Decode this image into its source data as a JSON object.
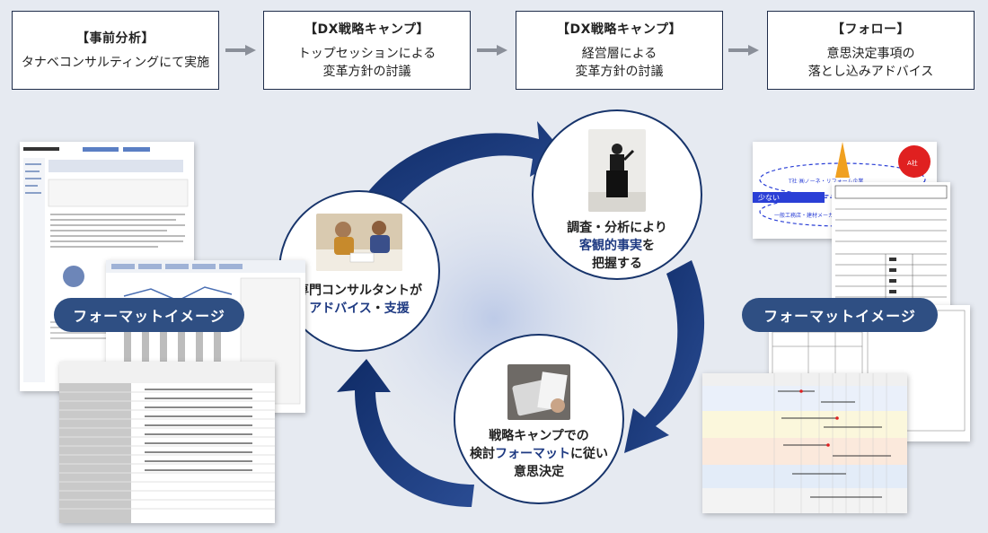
{
  "steps": [
    {
      "title": "【事前分析】",
      "lines": [
        "タナベコンサルティングにて実施"
      ]
    },
    {
      "title": "【DX戦略キャンプ】",
      "lines": [
        "トップセッションによる",
        "変革方針の討議"
      ]
    },
    {
      "title": "【DX戦略キャンプ】",
      "lines": [
        "経営層による",
        "変革方針の討議"
      ]
    },
    {
      "title": "【フォロー】",
      "lines": [
        "意思決定事項の",
        "落とし込みアドバイス"
      ]
    }
  ],
  "cycle": {
    "node_left": {
      "line1": "専門コンサルタントが",
      "line2a": "アドバイス",
      "line2b": "・",
      "line2c": "支援"
    },
    "node_top": {
      "line1": "調査・分析により",
      "line2a": "客観的事実",
      "line2b": "を",
      "line3": "把握する"
    },
    "node_bottom": {
      "line1": "戦略キャンプでの",
      "line2a": "検討",
      "line2b": "フォーマット",
      "line2c": "に従い",
      "line3": "意思決定"
    }
  },
  "left_pill": "フォーマットイメージ",
  "right_pill": "フォーマットイメージ",
  "right_doc_labels": {
    "a_label": "A社",
    "few_label": "少ない",
    "marketing_label": "T社 ㈱ノーネ・リフォーム企業",
    "chain_label": "一般工務店・建材メーカー系列"
  },
  "colors": {
    "navy": "#17346b",
    "pill": "#2f4f83",
    "accent_red": "#e02020",
    "accent_blue": "#2a3fd6"
  }
}
